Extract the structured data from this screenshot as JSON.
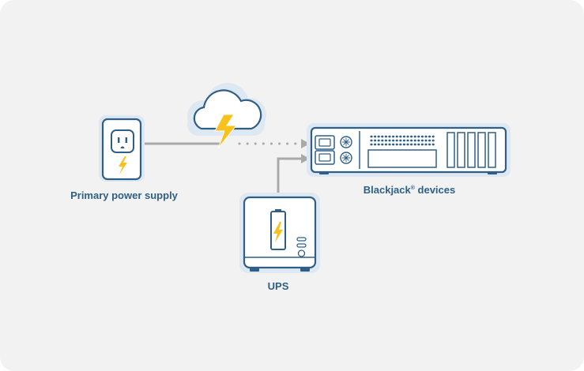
{
  "labels": {
    "primary": "Primary power supply",
    "devices_name": "Blackjack",
    "devices_mark": "®",
    "devices_suffix": " devices",
    "ups": "UPS"
  },
  "colors": {
    "background": "#f2f2f2",
    "outline": "#2f5f86",
    "fill": "#ffffff",
    "glow": "#dde8f2",
    "bolt": "#f7c21b",
    "connector": "#a9a9a9",
    "label": "#2f5f86"
  },
  "icons": [
    "power-outlet-icon",
    "storm-cloud-icon",
    "lightning-bolt-icon",
    "server-rack-icon",
    "battery-icon",
    "ups-unit-icon",
    "arrow-icon"
  ]
}
